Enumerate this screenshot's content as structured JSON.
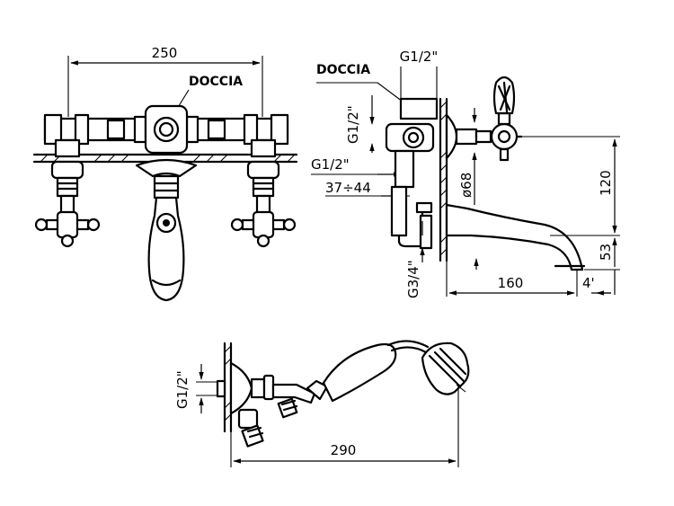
{
  "front_view": {
    "width_dim": "250",
    "shower_label": "DOCCIA"
  },
  "side_view": {
    "shower_label": "DOCCIA",
    "inlet_top": "G1/2\"",
    "inlet_vertical": "G1/2\"",
    "inlet_left": "G1/2\"",
    "offset_range": "37÷44",
    "rosette_diameter": "ø68",
    "height_dim": "120",
    "spout_height_dim": "53",
    "spout_length_dim": "160",
    "outlet_thread": "G3/4\"",
    "spout_tip": "4'"
  },
  "shower_view": {
    "inlet_thread": "G1/2\"",
    "length_dim": "290"
  }
}
